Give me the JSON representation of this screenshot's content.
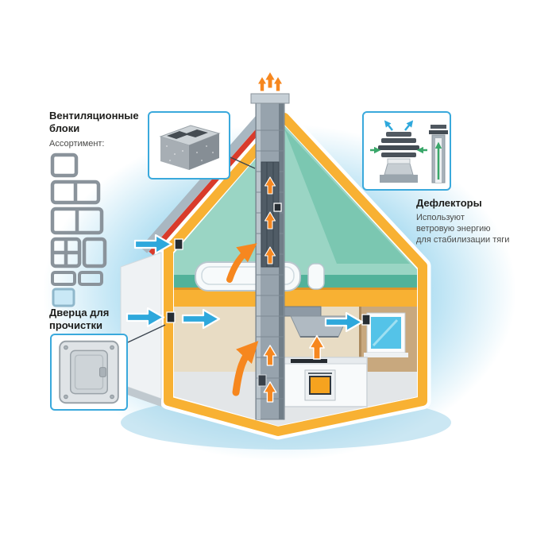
{
  "colors": {
    "accent_blue": "#2ea8dc",
    "arrow_orange": "#f6871f",
    "cut_wall_yellow": "#f8b133",
    "interior_teal": "#9ad5c4",
    "roof_red": "#d93b2b",
    "halo_blue": "#a6daf1",
    "shaft_gray": "#97a3ad"
  },
  "left_panel": {
    "title": "Вентиляционные блоки",
    "subtitle": "Ассортимент:",
    "block_icons": [
      "single-flue-block-icon",
      "double-flue-block-icon",
      "double-flue-wide-block-icon",
      "quad-flue-and-single-block-icon",
      "double-flat-block-icon",
      "highlighted-blue-block-icon"
    ]
  },
  "cleanout": {
    "label": "Дверца для прочистки"
  },
  "deflectors": {
    "title": "Дефлекторы",
    "description": "Используют\nветровую энергию\nдля стабилизации тяги"
  },
  "icons": {
    "airflow_up": "orange-up-arrow",
    "air_intake": "blue-right-arrow",
    "exhaust_top": "triple-orange-arrows"
  }
}
